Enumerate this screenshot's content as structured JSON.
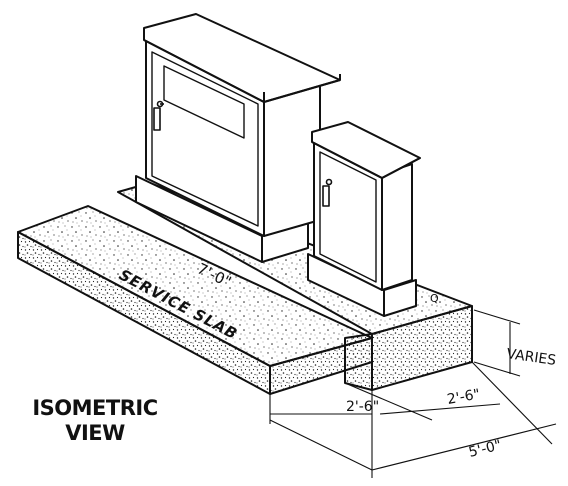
{
  "view_title": {
    "line1": "ISOMETRIC",
    "line2": "VIEW"
  },
  "labels": {
    "slab": "SERVICE SLAB",
    "slab_length": "7'-0\"",
    "varies": "VARIES",
    "dim_left": "2'-6\"",
    "dim_right": "2'-6\"",
    "dim_total": "5'-0\"",
    "mark": "Q"
  },
  "colors": {
    "ink": "#111111",
    "paper": "#ffffff"
  },
  "icons": {
    "handle_large": "door-handle-icon",
    "handle_small": "door-handle-icon"
  }
}
